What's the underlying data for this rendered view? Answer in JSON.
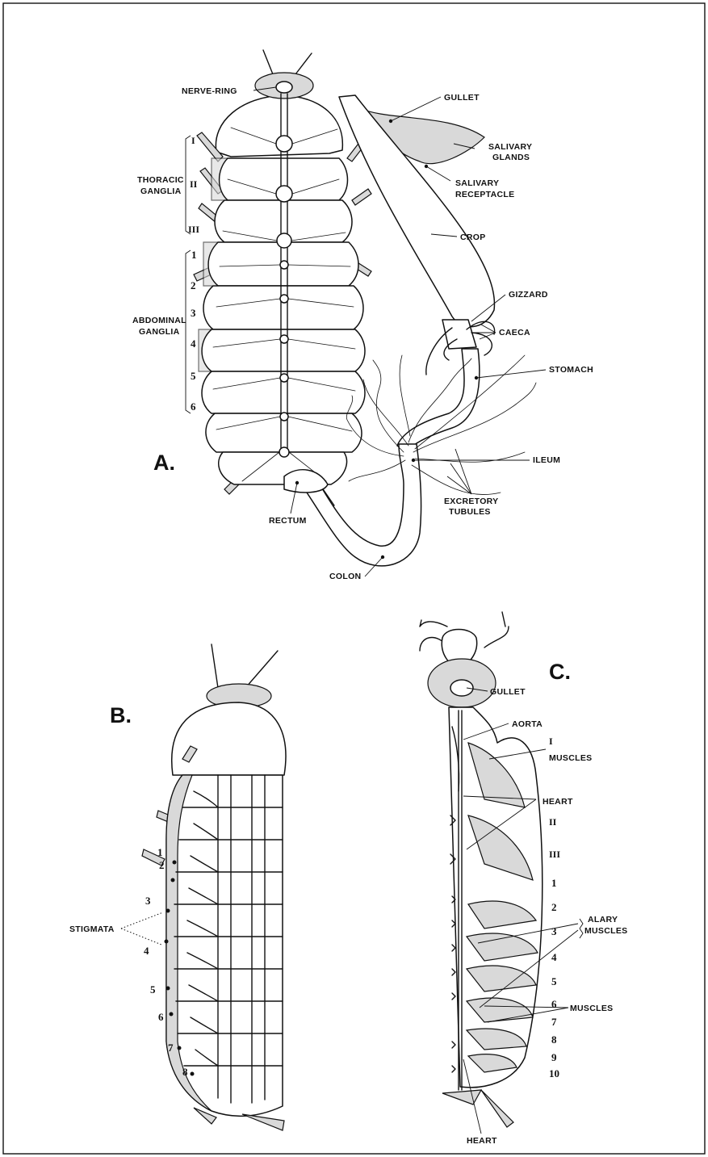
{
  "figures": {
    "a": {
      "letter": "A.",
      "labels": {
        "nerve_ring": "NERVE-RING",
        "gullet": "GULLET",
        "salivary_glands_1": "SALIVARY",
        "salivary_glands_2": "GLANDS",
        "salivary_receptacle_1": "SALIVARY",
        "salivary_receptacle_2": "RECEPTACLE",
        "crop": "CROP",
        "gizzard": "GIZZARD",
        "caeca": "CAECA",
        "stomach": "STOMACH",
        "ileum": "ILEUM",
        "excretory_tubules_1": "EXCRETORY",
        "excretory_tubules_2": "TUBULES",
        "rectum": "RECTUM",
        "colon": "COLON",
        "thoracic_ganglia_1": "THORACIC",
        "thoracic_ganglia_2": "GANGLIA",
        "abdominal_ganglia_1": "ABDOMINAL",
        "abdominal_ganglia_2": "GANGLIA"
      },
      "thoracic_numerals": [
        "I",
        "II",
        "III"
      ],
      "abdominal_numbers": [
        "1",
        "2",
        "3",
        "4",
        "5",
        "6"
      ]
    },
    "b": {
      "letter": "B.",
      "labels": {
        "stigmata": "STIGMATA"
      },
      "numbers": [
        "1",
        "2",
        "3",
        "4",
        "5",
        "6",
        "7",
        "8"
      ]
    },
    "c": {
      "letter": "C.",
      "labels": {
        "gullet": "GULLET",
        "aorta": "AORTA",
        "muscles": "MUSCLES",
        "heart_top": "HEART",
        "alary_muscles_1": "ALARY",
        "alary_muscles_2": "MUSCLES",
        "muscles_lower": "MUSCLES",
        "heart_bottom": "HEART"
      },
      "roman": [
        "I",
        "II",
        "III"
      ],
      "numbers": [
        "1",
        "2",
        "3",
        "4",
        "5",
        "6",
        "7",
        "8",
        "9",
        "10"
      ]
    }
  }
}
